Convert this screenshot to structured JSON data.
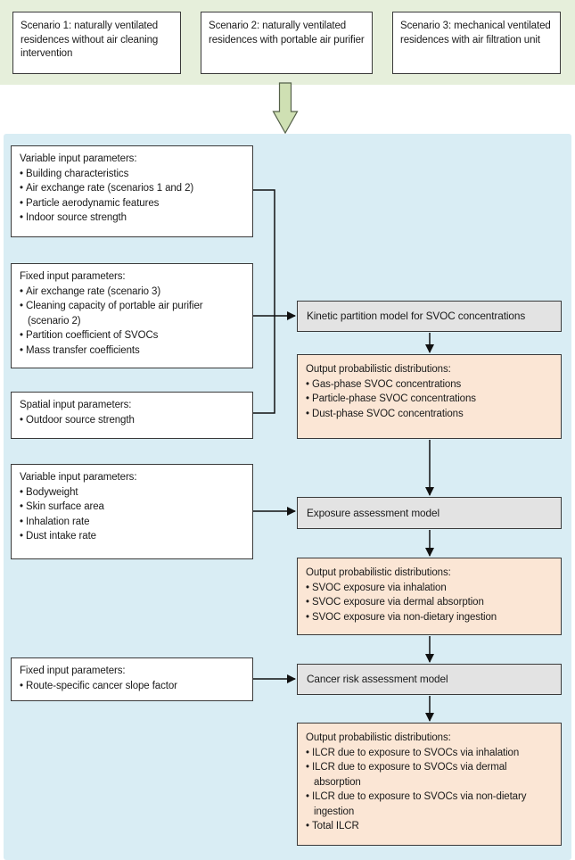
{
  "palette": {
    "header_bg": "#e6efdb",
    "panel_bg": "#d9edf4",
    "input_box_bg": "#ffffff",
    "model_box_bg": "#e3e3e3",
    "output_box_bg": "#fbe6d5",
    "arrow_fill": "#cfe0b3",
    "box_border": "#3a3a3a",
    "connector_color": "#111111",
    "text_color": "#1a1a1a"
  },
  "scenarios": [
    {
      "text": "Scenario 1: naturally ventilated residences without air cleaning intervention"
    },
    {
      "text": "Scenario 2: naturally ventilated residences with portable air purifier"
    },
    {
      "text": "Scenario 3: mechanical ventilated residences with air filtration unit"
    }
  ],
  "input_boxes": [
    {
      "title": "Variable input parameters:",
      "bullets": [
        "Building characteristics",
        "Air exchange rate (scenarios 1 and 2)",
        "Particle aerodynamic features",
        "Indoor source strength"
      ]
    },
    {
      "title": "Fixed input parameters:",
      "bullets": [
        "Air exchange rate (scenario 3)",
        "Cleaning capacity of portable air purifier (scenario 2)",
        "Partition coefficient of SVOCs",
        "Mass transfer coefficients"
      ]
    },
    {
      "title": "Spatial input parameters:",
      "bullets": [
        "Outdoor source strength"
      ]
    },
    {
      "title": "Variable input parameters:",
      "bullets": [
        "Bodyweight",
        "Skin surface area",
        "Inhalation rate",
        "Dust intake rate"
      ]
    },
    {
      "title": "Fixed input parameters:",
      "bullets": [
        "Route-specific cancer slope factor"
      ]
    }
  ],
  "model_boxes": [
    {
      "label": "Kinetic partition model for SVOC concentrations"
    },
    {
      "label": "Exposure assessment model"
    },
    {
      "label": "Cancer risk assessment model"
    }
  ],
  "output_boxes": [
    {
      "title": "Output probabilistic distributions:",
      "bullets": [
        "Gas-phase SVOC concentrations",
        "Particle-phase SVOC concentrations",
        "Dust-phase SVOC concentrations"
      ]
    },
    {
      "title": "Output probabilistic distributions:",
      "bullets": [
        "SVOC exposure via inhalation",
        "SVOC exposure via dermal absorption",
        "SVOC exposure via non-dietary ingestion"
      ]
    },
    {
      "title": "Output probabilistic distributions:",
      "bullets": [
        "ILCR due to exposure to SVOCs via inhalation",
        "ILCR due to exposure to SVOCs via dermal absorption",
        "ILCR due to exposure to SVOCs via non-dietary ingestion",
        "Total ILCR"
      ]
    }
  ]
}
